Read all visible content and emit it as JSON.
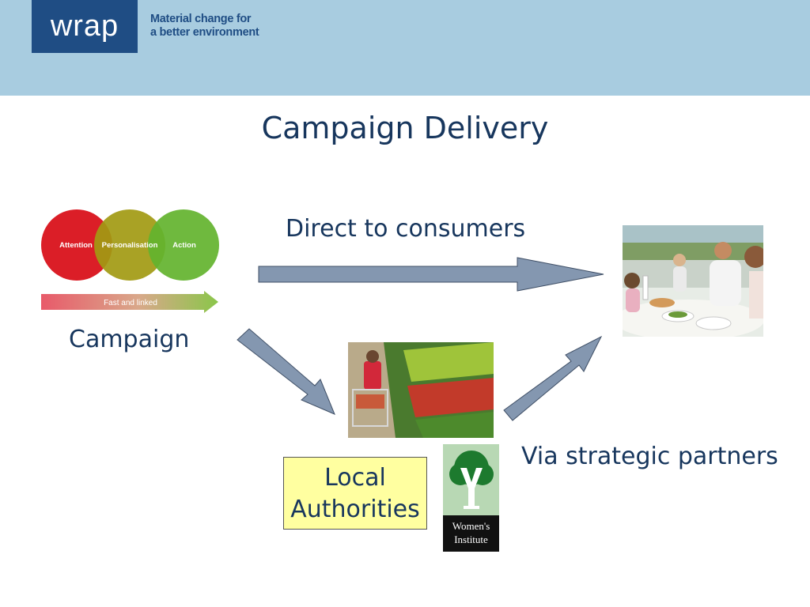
{
  "header": {
    "logo_text": "wrap",
    "tagline_line1": "Material change for",
    "tagline_line2": "a better environment",
    "band_color": "#a8cce0",
    "logo_color": "#1f4d84"
  },
  "slide": {
    "title": "Campaign Delivery",
    "direct_label": "Direct to consumers",
    "campaign_label": "Campaign",
    "via_label": "Via strategic partners",
    "local_authorities_line1": "Local",
    "local_authorities_line2": "Authorities",
    "text_color": "#17365d",
    "arrow_color": "#8497b0"
  },
  "campaign_graphic": {
    "circles": [
      {
        "label": "Attention",
        "color": "#d9121b"
      },
      {
        "label": "Personalisation",
        "color": "#a29a12"
      },
      {
        "label": "Action",
        "color": "#63b32e"
      }
    ],
    "arrow_label": "Fast and linked"
  },
  "partner_logo": {
    "line1": "Women's",
    "line2": "Institute",
    "background": "#b8d8b4"
  }
}
